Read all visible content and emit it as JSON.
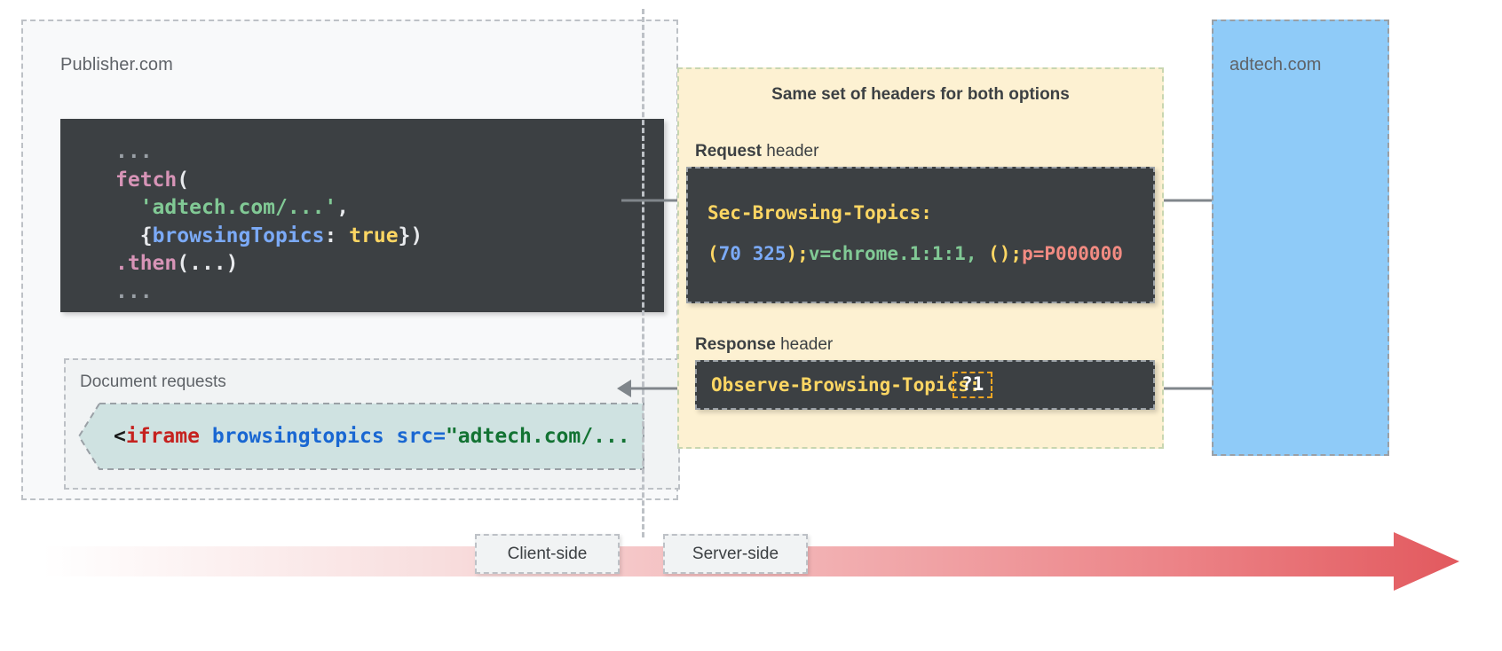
{
  "publisher": {
    "label": "Publisher.com",
    "fetch_code": {
      "lines": [
        "...",
        "fetch(",
        "  'adtech.com/...',",
        "  {browsingTopics: true})",
        ".then(...)",
        "..."
      ],
      "tokens": {
        "dots": "...",
        "fetch": "fetch",
        "open_paren": "(",
        "url_string": "'adtech.com/...'",
        "comma": ",",
        "brace_open": "{",
        "prop": "browsingTopics",
        "colon": ":",
        "bool": "true",
        "brace_close": "}",
        "close_paren": ")",
        "then": ".then",
        "then_args": "(...)"
      }
    },
    "document_requests": {
      "label": "Document requests",
      "iframe_snippet": {
        "lt": "<",
        "tag": "iframe",
        "attr": "browsingtopics",
        "attr2": "src=",
        "value": "\"adtech.com/..."
      }
    }
  },
  "headers_panel": {
    "title": "Same set of headers for both options",
    "request_caption_bold": "Request",
    "request_caption_rest": " header",
    "response_caption_bold": "Response",
    "response_caption_rest": " header",
    "request_header": {
      "name": "Sec-Browsing-Topics:",
      "value_parts": {
        "open": "(",
        "topics": "70 325",
        "close_semi": ");",
        "version": "v=chrome.1:1:1,",
        "empty": " ()",
        "semi2": ";",
        "p": "p=P000000"
      },
      "value_full": "(70 325);v=chrome.1:1:1, ();p=P000000"
    },
    "response_header": {
      "name": "Observe-Browsing-Topics:",
      "value": "?1"
    }
  },
  "adtech": {
    "label": "adtech.com"
  },
  "timeline": {
    "client_side": "Client-side",
    "server_side": "Server-side"
  },
  "colors": {
    "publisher_bg": "#f8f9fa",
    "headers_bg": "#fdf1d2",
    "adtech_bg": "#8fcbf8",
    "code_bg": "#3c4043",
    "chip_bg": "#cfe2e1",
    "timeline_start": "#ffffff",
    "timeline_end": "#e8545a",
    "dash_border": "#bdc1c6",
    "header_name": "#fdd663",
    "highlight_box": "#f5a623"
  }
}
